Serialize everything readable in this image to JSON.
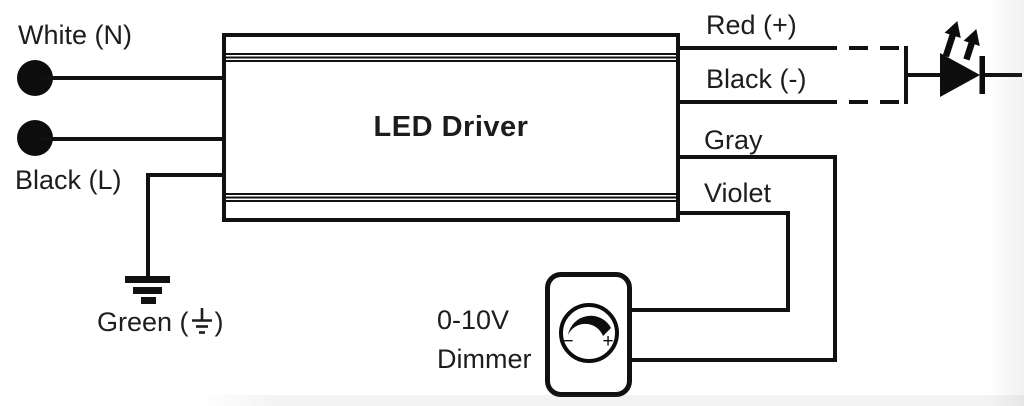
{
  "diagram": {
    "title": "LED Driver",
    "input_side": {
      "neutral_label": "White (N)",
      "line_label": "Black (L)",
      "ground_label_prefix": "Green (",
      "ground_label_suffix": ")"
    },
    "output_side": {
      "positive_label": "Red (+)",
      "negative_label": "Black (-)",
      "dim_gray_label": "Gray",
      "dim_violet_label": "Violet"
    },
    "dimmer": {
      "line1": "0-10V",
      "line2": "Dimmer",
      "knob_min": "−",
      "knob_max": "+"
    },
    "icons": {
      "earth_ground": "earth-ground-symbol",
      "led": "led-diode-with-emission-arrows",
      "dimmer_knob": "rotary-dial-gauge",
      "terminal": "filled-wire-terminal-dot"
    },
    "colors": {
      "line": "#111111",
      "text": "#1d1d1d",
      "background": "#ffffff"
    }
  }
}
